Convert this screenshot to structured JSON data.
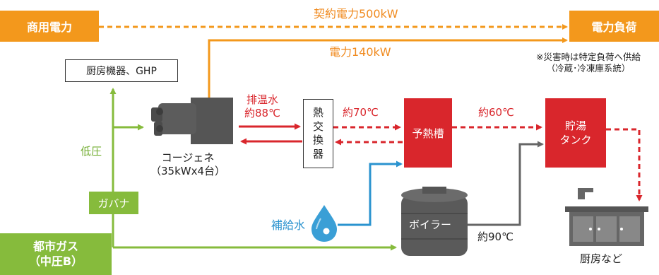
{
  "nodes": {
    "commercial_power": "商用電力",
    "power_load": "電力負荷",
    "kitchen_equipment": "厨房機器、GHP",
    "cogeneration": "コージェネ",
    "cogeneration_spec": "（35kWx4台）",
    "heat_exchanger": [
      "熱",
      "交",
      "換",
      "器"
    ],
    "preheat_tank": "予熱槽",
    "hot_water_tank": [
      "貯湯",
      "タンク"
    ],
    "boiler": "ボイラー",
    "governor": "ガバナ",
    "city_gas": [
      "都市ガス",
      "（中圧B）"
    ],
    "make_up_water": "補給水",
    "kitchen_etc": "厨房など"
  },
  "labels": {
    "contract_power": "契約電力500kW",
    "power_140": "電力140kW",
    "disaster_note": [
      "※災害時は特定負荷へ供給",
      "（冷蔵･冷凍庫系統）"
    ],
    "exhaust_water": [
      "排温水",
      "約88℃"
    ],
    "approx_70": "約70℃",
    "approx_60": "約60℃",
    "approx_90": "約90℃",
    "low_pressure": "低圧"
  },
  "colors": {
    "orange": "#f3981c",
    "red": "#d9262c",
    "green": "#86bb3c",
    "blue": "#2a93cf",
    "gray": "#666666"
  }
}
